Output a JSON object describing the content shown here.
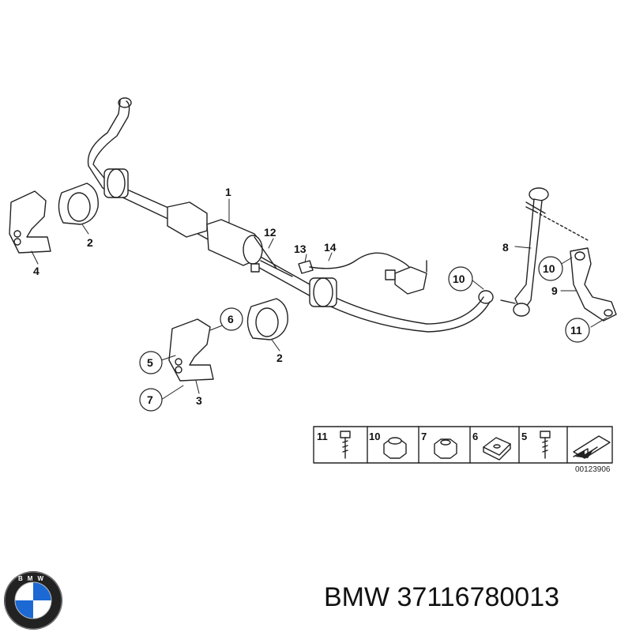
{
  "callouts": [
    {
      "id": "1",
      "label": "1"
    },
    {
      "id": "2a",
      "label": "2"
    },
    {
      "id": "2b",
      "label": "2"
    },
    {
      "id": "3",
      "label": "3"
    },
    {
      "id": "4",
      "label": "4"
    },
    {
      "id": "5",
      "label": "5"
    },
    {
      "id": "6",
      "label": "6"
    },
    {
      "id": "7",
      "label": "7"
    },
    {
      "id": "8",
      "label": "8"
    },
    {
      "id": "9",
      "label": "9"
    },
    {
      "id": "10a",
      "label": "10"
    },
    {
      "id": "10b",
      "label": "10"
    },
    {
      "id": "11",
      "label": "11"
    },
    {
      "id": "12",
      "label": "12"
    },
    {
      "id": "13",
      "label": "13"
    },
    {
      "id": "14",
      "label": "14"
    }
  ],
  "parts_table": [
    "11",
    "10",
    "7",
    "6",
    "5"
  ],
  "diagram_number": "00123906",
  "brand": "BMW",
  "part_number": "37116780013",
  "logo_letters": "BMW",
  "colors": {
    "line": "#222222",
    "fill": "#ffffff",
    "shade": "#d0d0d0",
    "logo_blue": "#1c69d4"
  }
}
